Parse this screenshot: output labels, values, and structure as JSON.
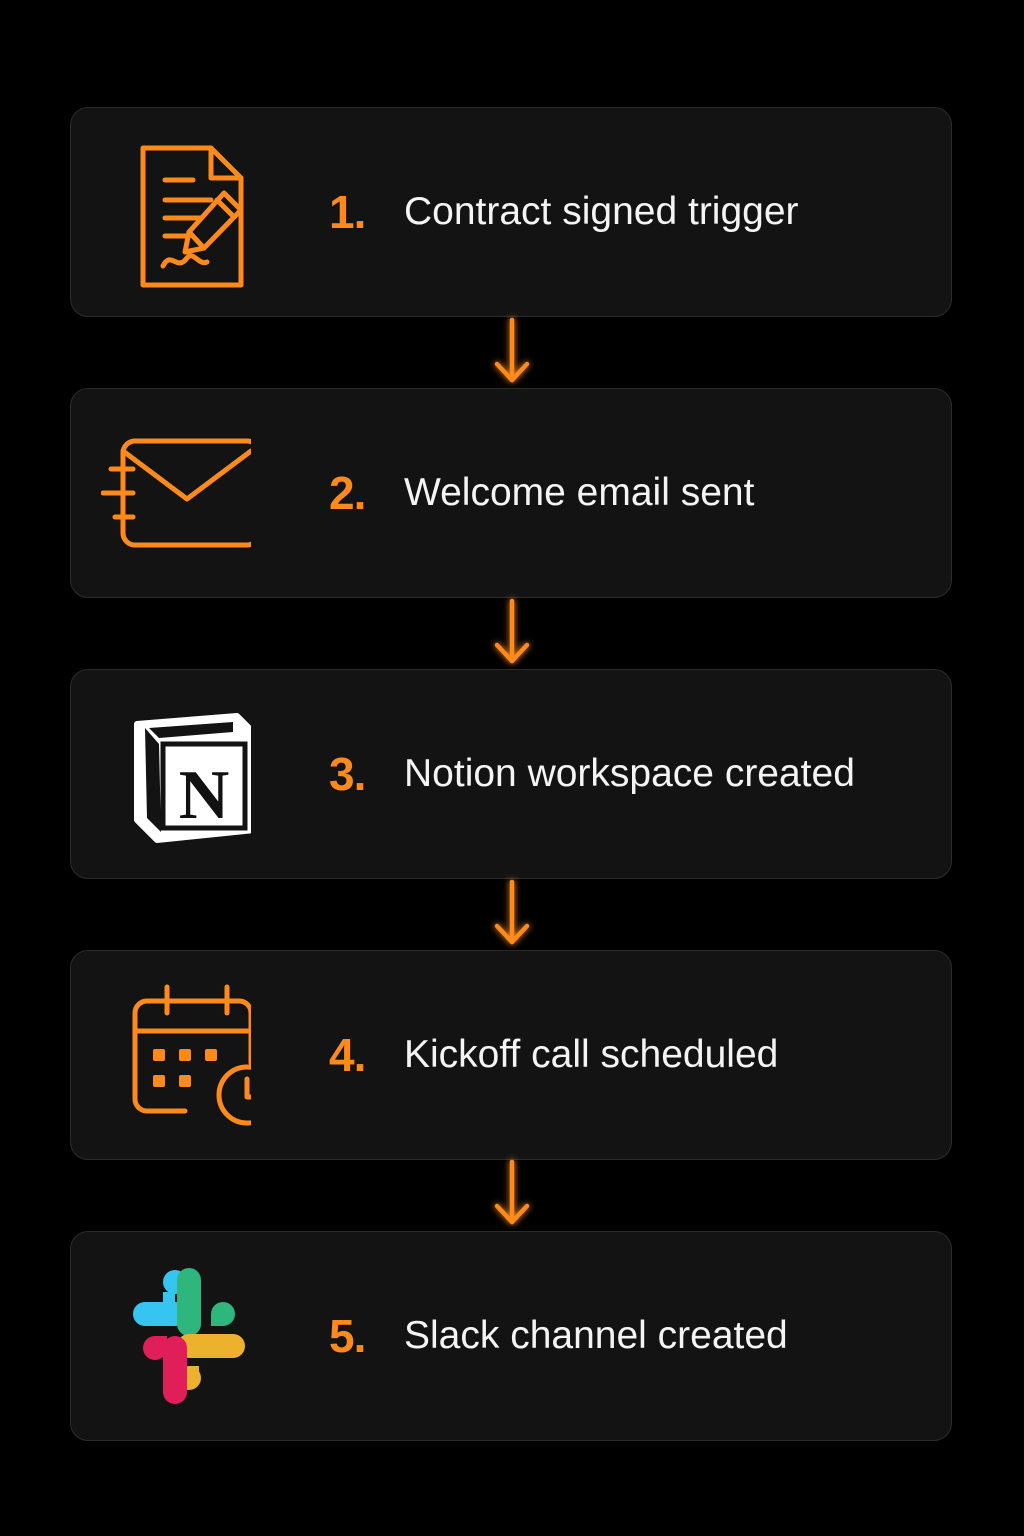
{
  "colors": {
    "background": "#000000",
    "card": "#131313",
    "card_border": "#2c2c2c",
    "accent": "#ff8a1c",
    "text": "#f4f4f4"
  },
  "steps": [
    {
      "number": "1.",
      "label": "Contract signed trigger",
      "icon": "contract-signature-icon"
    },
    {
      "number": "2.",
      "label": "Welcome email sent",
      "icon": "email-envelope-icon"
    },
    {
      "number": "3.",
      "label": "Notion workspace created",
      "icon": "notion-logo-icon"
    },
    {
      "number": "4.",
      "label": "Kickoff call scheduled",
      "icon": "calendar-clock-icon"
    },
    {
      "number": "5.",
      "label": "Slack channel created",
      "icon": "slack-logo-icon"
    }
  ],
  "logos": {
    "notion_letter": "N"
  }
}
